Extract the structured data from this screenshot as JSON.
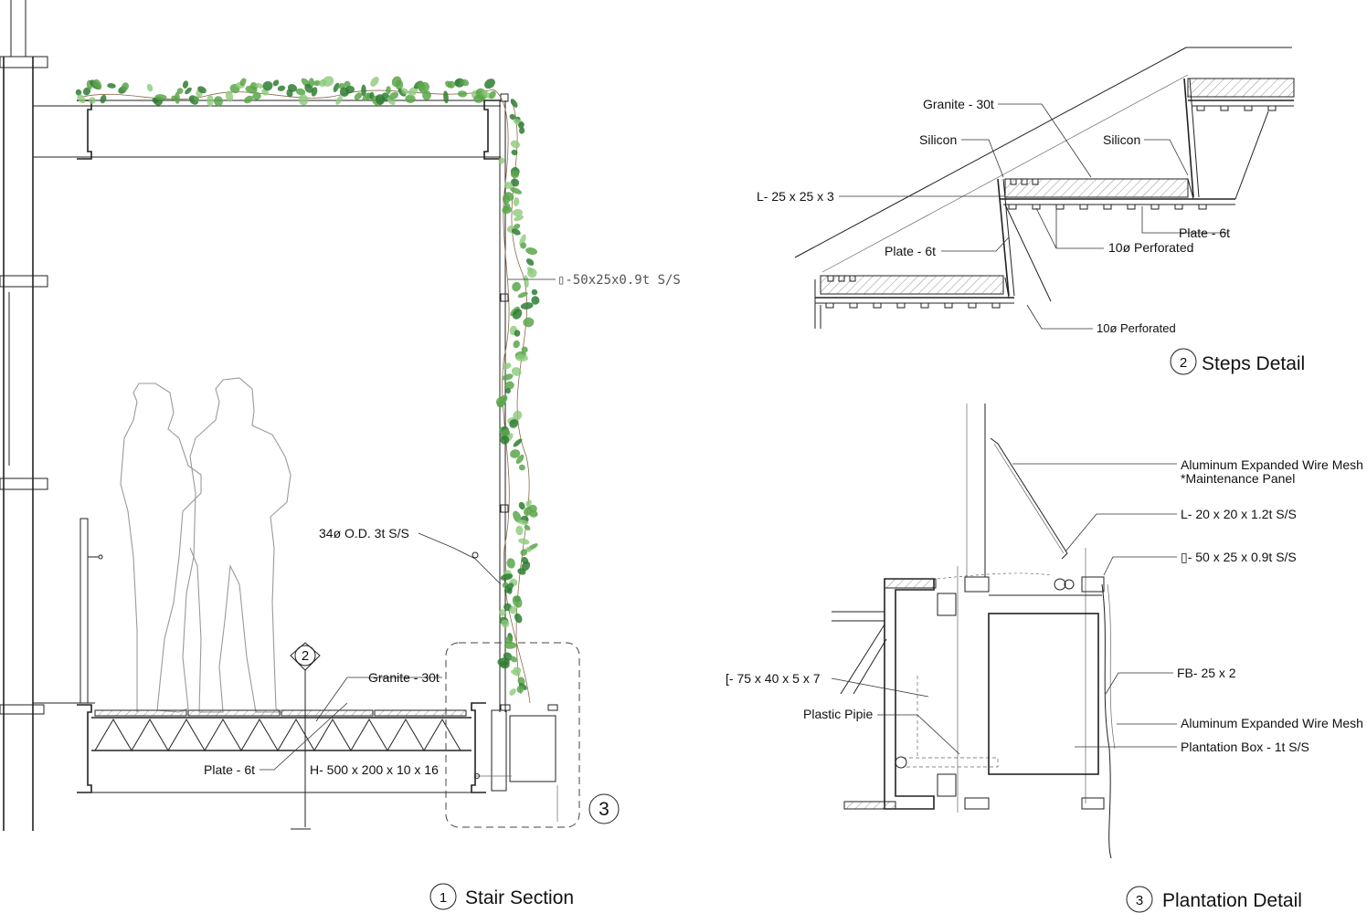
{
  "titles": {
    "stair_section": {
      "number": "1",
      "label": "Stair Section"
    },
    "steps_detail": {
      "number": "2",
      "label": "Steps Detail"
    },
    "plantation_detail": {
      "number": "3",
      "label": "Plantation Detail"
    }
  },
  "callouts": {
    "detail_2_marker": "2",
    "detail_3_marker": "3"
  },
  "stair_section_labels": {
    "rect_tube": "▯-50x25x0.9t S/S",
    "pipe": "34ø  O.D. 3t S/S",
    "granite": "Granite - 30t",
    "plate": "Plate - 6t",
    "h_beam": "H- 500 x 200 x 10 x 16"
  },
  "steps_detail_labels": {
    "granite": "Granite - 30t",
    "silicon_left": "Silicon",
    "silicon_right": "Silicon",
    "angle": "L- 25 x 25 x 3",
    "plate_right": "Plate - 6t",
    "plate_left": "Plate - 6t",
    "perforated_upper": "10ø  Perforated",
    "perforated_lower": "10ø Perforated"
  },
  "plantation_detail_labels": {
    "mesh_panel_line1": "Aluminum Expanded Wire Mesh",
    "mesh_panel_line2": "*Maintenance Panel",
    "angle": "L- 20 x 20 x 1.2t S/S",
    "rect_tube": "▯- 50 x 25 x 0.9t S/S",
    "flat_bar": "FB- 25 x 2",
    "mesh": "Aluminum Expanded Wire Mesh",
    "box": "Plantation Box - 1t S/S",
    "channel": "[- 75 x 40 x 5 x 7",
    "pipe": "Plastic Pipie"
  },
  "colors": {
    "line": "#222222",
    "foliage_light": "#8cc97a",
    "foliage_mid": "#5aa64a",
    "foliage_dark": "#2f7d32"
  }
}
